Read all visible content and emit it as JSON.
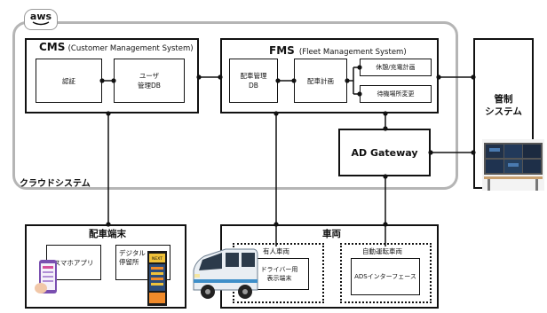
{
  "cloud": {
    "badge": "aws",
    "label": "クラウドシステム"
  },
  "cms": {
    "title_bold": "CMS",
    "title_rest": "(Customer Management System)",
    "auth": "認証",
    "userdb": "ユーザ\n管理DB"
  },
  "fms": {
    "title_bold": "FMS",
    "title_rest": "(Fleet Management System)",
    "fleetdb": "配車管理\nDB",
    "plan": "配車計画",
    "rest": "休憩/充電計画",
    "standby": "待機場所変更"
  },
  "gateway": {
    "label": "AD Gateway"
  },
  "control": {
    "label": "管制\nシステム"
  },
  "terminal": {
    "title": "配車端末",
    "app": "スマホアプリ",
    "stop": "デジタル\n停留所",
    "sign_text": "NEXT"
  },
  "vehicle": {
    "title": "車両",
    "manned": "有人車両",
    "driver_terminal": "ドライバー用\n表示端末",
    "auto": "自動運転車両",
    "ads": "ADSインターフェース"
  },
  "colors": {
    "cloud_border": "#b3b3b3",
    "line": "#111111",
    "van": "#e9eef3",
    "monitor": "#20314a"
  }
}
